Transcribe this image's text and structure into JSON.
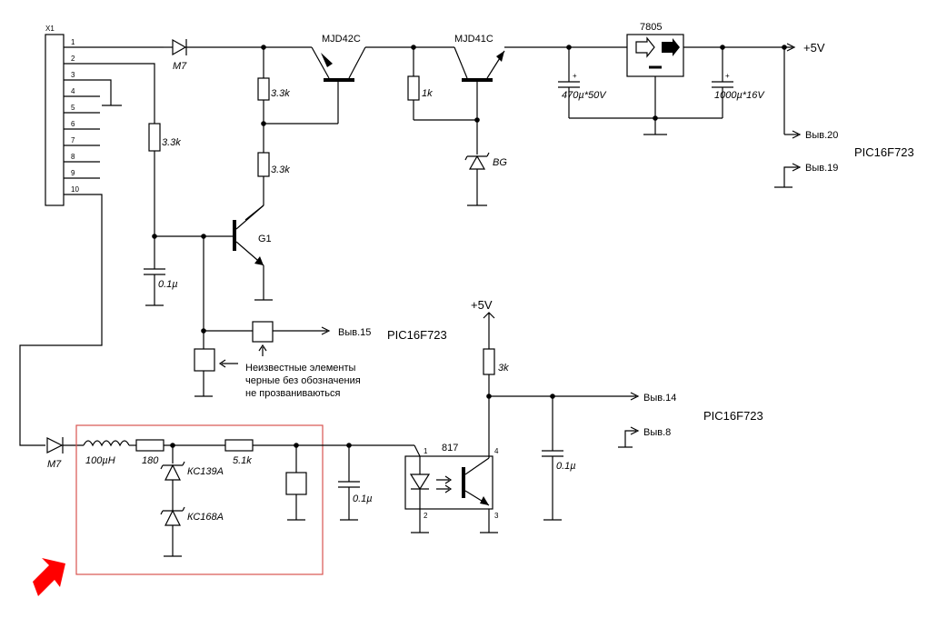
{
  "connector": {
    "name": "X1",
    "pins": [
      "1",
      "2",
      "3",
      "4",
      "5",
      "6",
      "7",
      "8",
      "9",
      "10"
    ]
  },
  "components": {
    "diode_top": "M7",
    "diode_bottom": "M7",
    "transistor_1": "MJD42C",
    "transistor_2": "MJD41C",
    "regulator": "7805",
    "r1": "3.3k",
    "r2": "3.3k",
    "r3": "3.3k",
    "r4": "1k",
    "r5": "3k",
    "r6": "180",
    "r7": "5.1k",
    "zener_bg": "BG",
    "cap_470": "470µ*50V",
    "cap_1000": "1000µ*16V",
    "cap_a": "0.1µ",
    "cap_b": "0.1µ",
    "cap_c": "0.1µ",
    "transistor_g1": "G1",
    "inductor": "100µH",
    "zener_1": "КС139А",
    "zener_2": "КС168А",
    "optocoupler": "817",
    "opto_pins": [
      "1",
      "2",
      "3",
      "4"
    ],
    "plus_sign": "+"
  },
  "rails": {
    "plus5v_top": "+5V",
    "plus5v_mid": "+5V"
  },
  "pins": {
    "p20": "Выв.20",
    "p19": "Выв.19",
    "p15": "Выв.15",
    "p14": "Выв.14",
    "p8": "Выв.8"
  },
  "mcu": {
    "label_1": "PIC16F723",
    "label_2": "PIC16F723",
    "label_3": "PIC16F723"
  },
  "note": {
    "line1": "Неизвестные элементы",
    "line2": "черные без обозначения",
    "line3": "не прозваниваються"
  },
  "colors": {
    "highlight_box": "#d9534f",
    "arrow": "#ff0000",
    "line": "#000000"
  }
}
